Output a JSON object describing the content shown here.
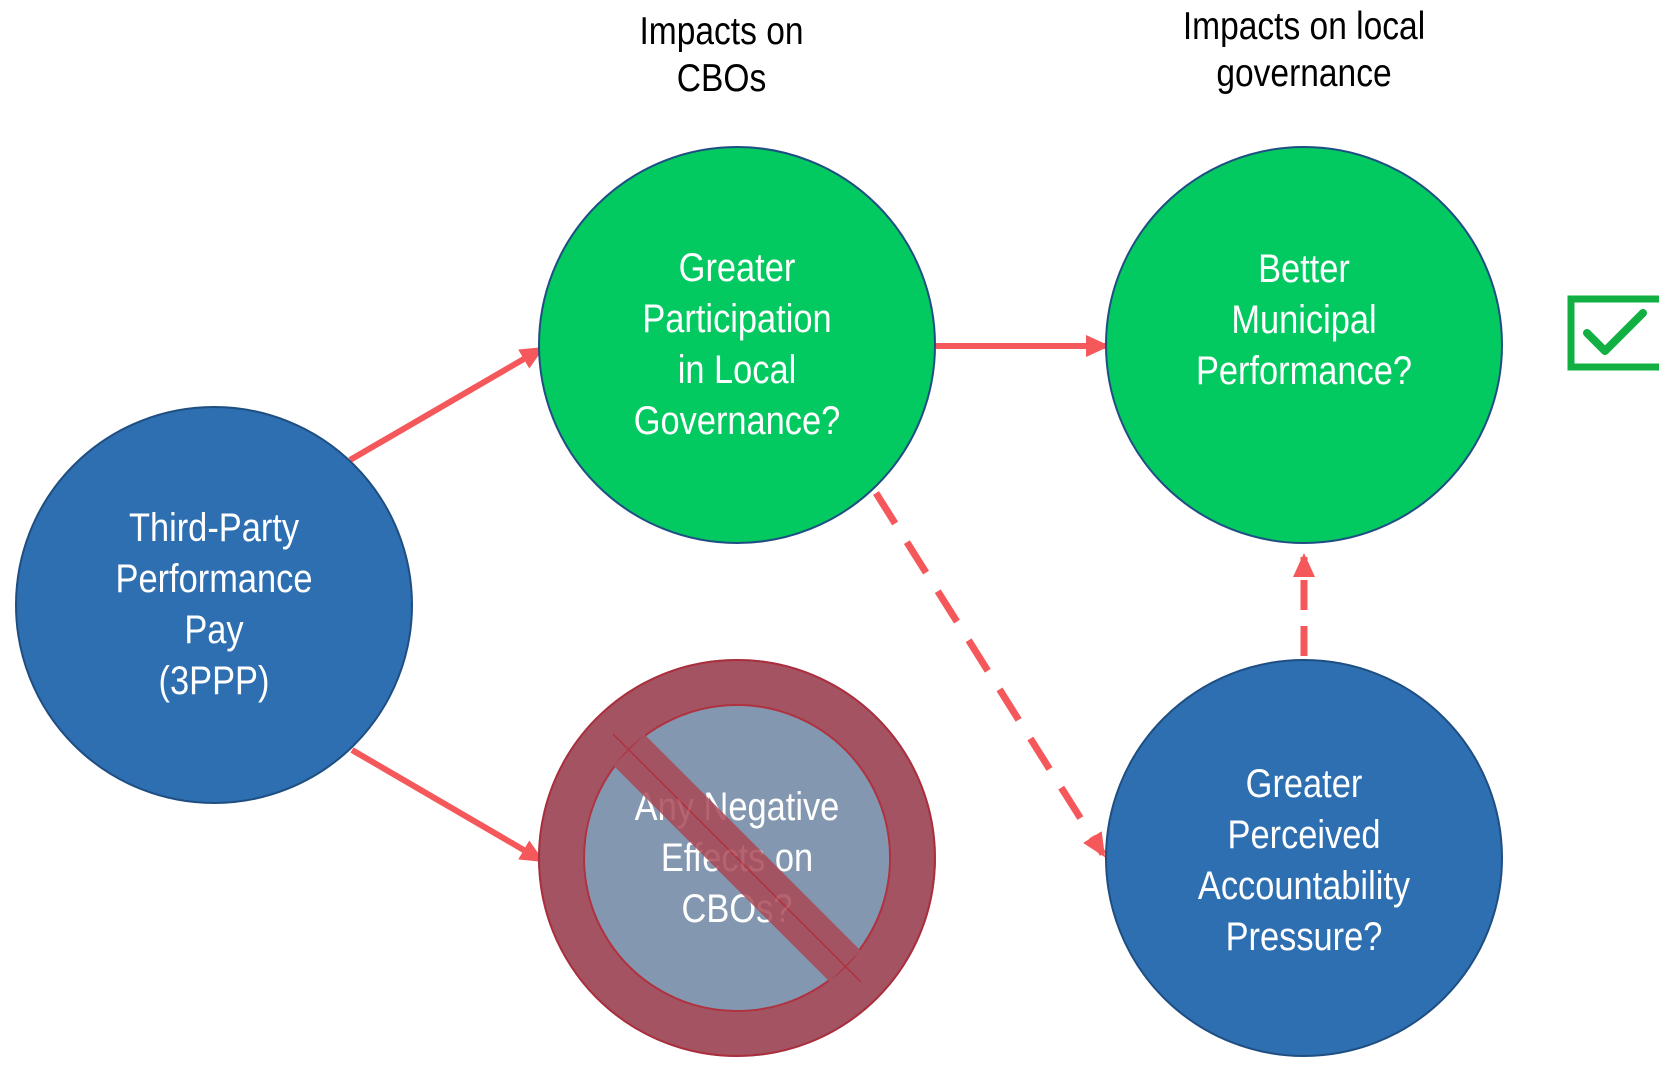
{
  "headings": {
    "cbo": [
      "Impacts on",
      "CBOs"
    ],
    "local_governance": [
      "Impacts on local",
      "governance"
    ]
  },
  "nodes": {
    "third_party": {
      "lines": [
        "Third-Party",
        "Performance",
        "Pay",
        "(3PPP)"
      ]
    },
    "greater_participation": {
      "lines": [
        "Greater",
        "Participation",
        "in Local",
        "Governance?"
      ]
    },
    "better_municipal": {
      "lines": [
        "Better",
        "Municipal",
        "Performance?"
      ]
    },
    "greater_perceived": {
      "lines": [
        "Greater",
        "Perceived",
        "Accountability",
        "Pressure?"
      ]
    },
    "negative_effects": {
      "lines": [
        "Any Negative",
        "Effects on",
        "CBOs?"
      ]
    }
  },
  "colors": {
    "blue_node": "#2e6fb1",
    "green_node": "#03c961",
    "arrow": "#f5585a",
    "prohibition": "#a94855",
    "negated_node": "#8398b0",
    "check": "#12b043"
  },
  "icons": {
    "prohibition": "prohibition-icon",
    "check": "check-icon"
  }
}
